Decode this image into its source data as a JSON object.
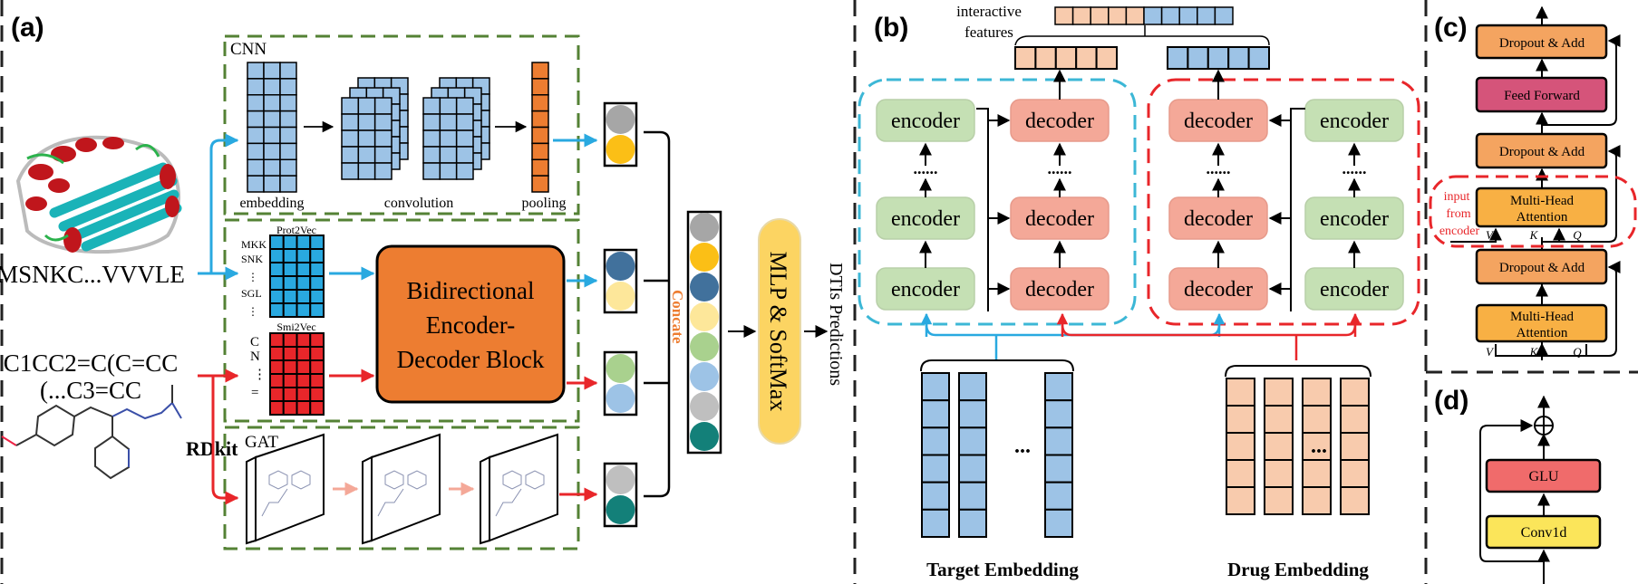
{
  "panels": {
    "a": "(a)",
    "b": "(b)",
    "c": "(c)",
    "d": "(d)"
  },
  "colors": {
    "cnn_box": "#548235",
    "target_path": "#29a9e0",
    "drug_path": "#e8262a",
    "encoder": "#c5e0b4",
    "decoder": "#f4a898",
    "bidirectional_block": "#ed7d31",
    "mlp": "#fcd462",
    "concat_label": "#ed7d31"
  },
  "panel_a": {
    "protein_sequence": "MSNKC...VVVLE",
    "smiles_line1": "C1CC2=C(C=CC",
    "smiles_line2": "(...C3=CC",
    "rdkit": "RDkit",
    "cnn": {
      "title": "CNN",
      "embedding": "embedding",
      "convolution": "convolution",
      "pooling": "pooling"
    },
    "prot2vec": {
      "title": "Prot2Vec",
      "tokens": [
        "MKK",
        "SNK",
        "⋮",
        "SGL",
        "⋮"
      ]
    },
    "smi2vec": {
      "title": "Smi2Vec",
      "tokens": [
        "C",
        "N",
        "⋮",
        "="
      ]
    },
    "bidirectional_block": [
      "Bidirectional",
      "Encoder-",
      "Decoder Block"
    ],
    "gat": "GAT",
    "concat": "Concate",
    "mlp": "MLP & SoftMax",
    "output": "DTIs Predictions",
    "vector_colors": [
      [
        "#a6a6a6",
        "#fbbf16"
      ],
      [
        "#41719c",
        "#fde79a"
      ],
      [
        "#a9d18e",
        "#9dc3e6"
      ],
      [
        "#bfbfbf",
        "#138079"
      ]
    ]
  },
  "panel_b": {
    "interactive_features": [
      "interactive",
      "features"
    ],
    "encoder": "encoder",
    "decoder": "decoder",
    "ellipsis": "......",
    "dots": "...",
    "target_embedding": "Target Embedding",
    "drug_embedding": "Drug Embedding"
  },
  "panel_c": {
    "dropout_add": "Dropout & Add",
    "feed_forward": "Feed Forward",
    "multi_head": [
      "Multi-Head",
      "Attention"
    ],
    "input_from_encoder": [
      "input",
      "from",
      "encoder"
    ],
    "v": "V",
    "k": "K",
    "q": "Q"
  },
  "panel_d": {
    "glu": "GLU",
    "conv1d": "Conv1d"
  }
}
